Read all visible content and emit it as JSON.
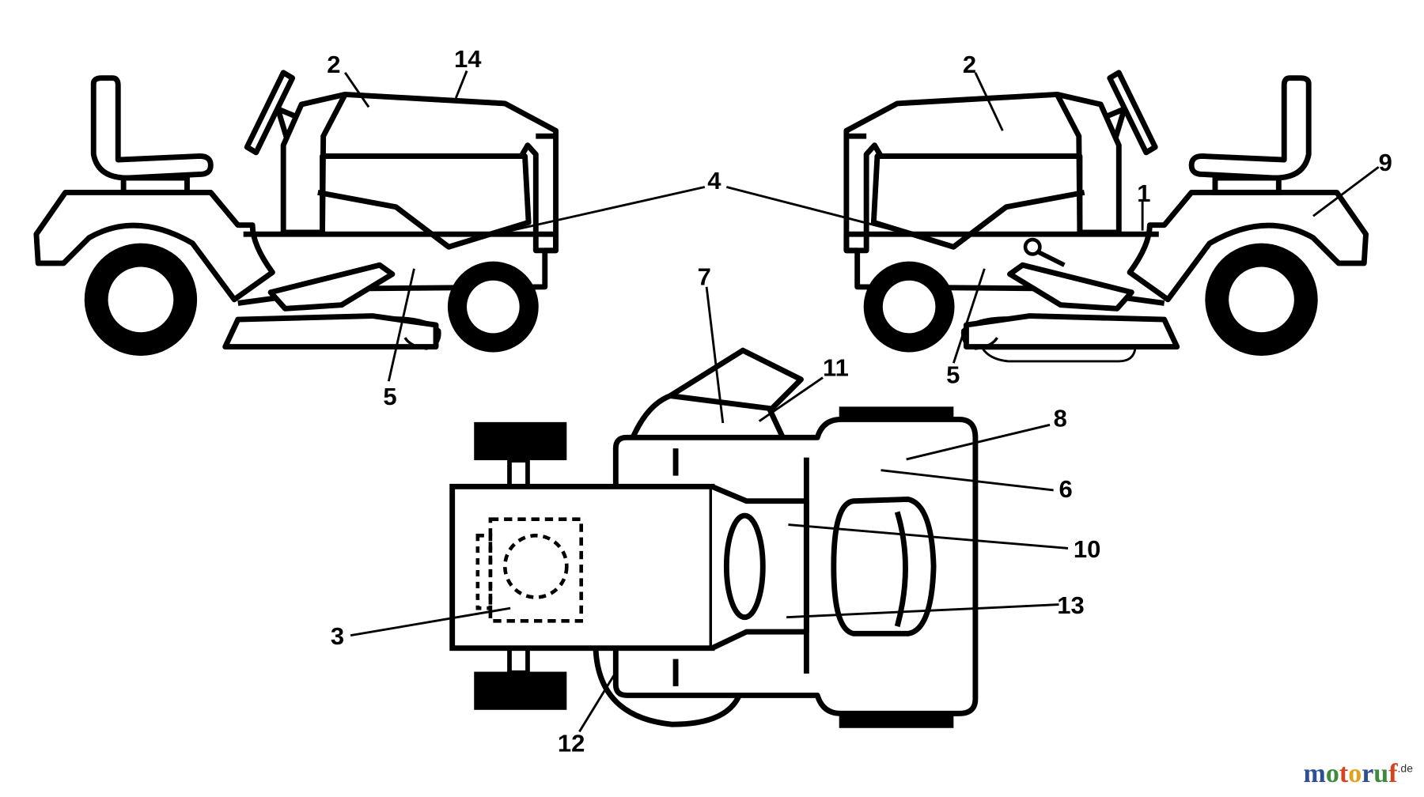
{
  "diagram": {
    "callouts": {
      "c1": "1",
      "c2a": "2",
      "c2b": "2",
      "c3": "3",
      "c4": "4",
      "c5a": "5",
      "c5b": "5",
      "c6": "6",
      "c7": "7",
      "c8": "8",
      "c9": "9",
      "c10": "10",
      "c11": "11",
      "c12": "12",
      "c13": "13",
      "c14": "14"
    }
  },
  "watermark": {
    "letters": [
      "m",
      "o",
      "t",
      "o",
      "r",
      "u",
      "f"
    ],
    "colors": [
      "#2e4f93",
      "#3f8a3f",
      "#d2451e",
      "#e3a019",
      "#2e4f93",
      "#3f8a3f",
      "#d2451e"
    ],
    "suffix": ".de"
  }
}
